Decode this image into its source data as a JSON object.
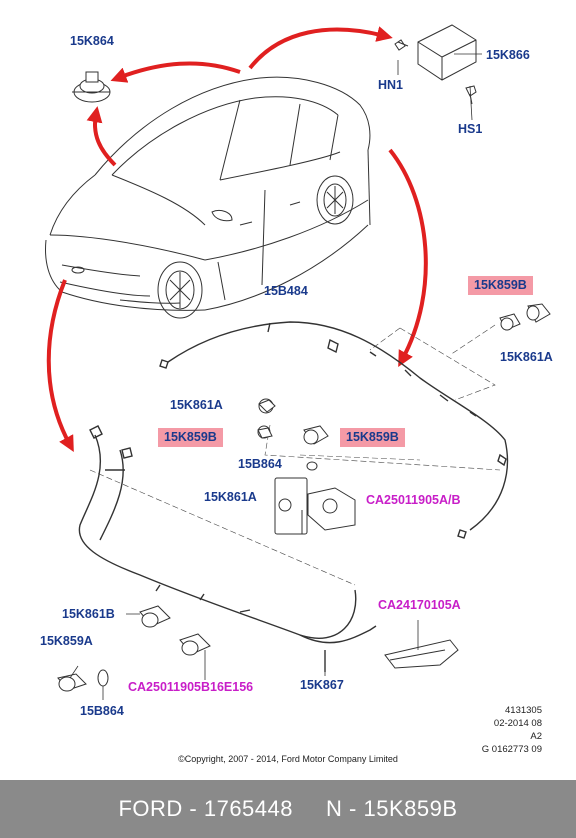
{
  "labels": {
    "p15K864_top": "15K864",
    "p15K866": "15K866",
    "hn1": "HN1",
    "hs1": "HS1",
    "p15B484": "15B484",
    "p15K859B_right": "15K859B",
    "p15K861A_right": "15K861A",
    "p15K861A_mid": "15K861A",
    "p15K859B_left": "15K859B",
    "p15K859B_center": "15K859B",
    "p15B864_mid": "15B864",
    "p15K861A_lower": "15K861A",
    "ca25011905ab": "CA25011905A/B",
    "ca24170105a": "CA24170105A",
    "p15K861B": "15K861B",
    "p15K859A": "15K859A",
    "ca25011905b16e156": "CA25011905B16E156",
    "p15K867": "15K867",
    "p15B864_bottom": "15B864"
  },
  "meta": {
    "line1": "4131305",
    "line2": "02-2014 08",
    "line3": "A2",
    "line4": "G 0162773 09"
  },
  "copyright": "©Copyright, 2007 - 2014, Ford Motor Company Limited",
  "footer": "FORD - 1765448     N - 15K859B",
  "colors": {
    "part_label": "#1a3a8c",
    "accessory_label": "#c81ec8",
    "highlight": "#f49aa6",
    "arrow": "#e02020",
    "footer_bar": "#8a8a8a"
  }
}
